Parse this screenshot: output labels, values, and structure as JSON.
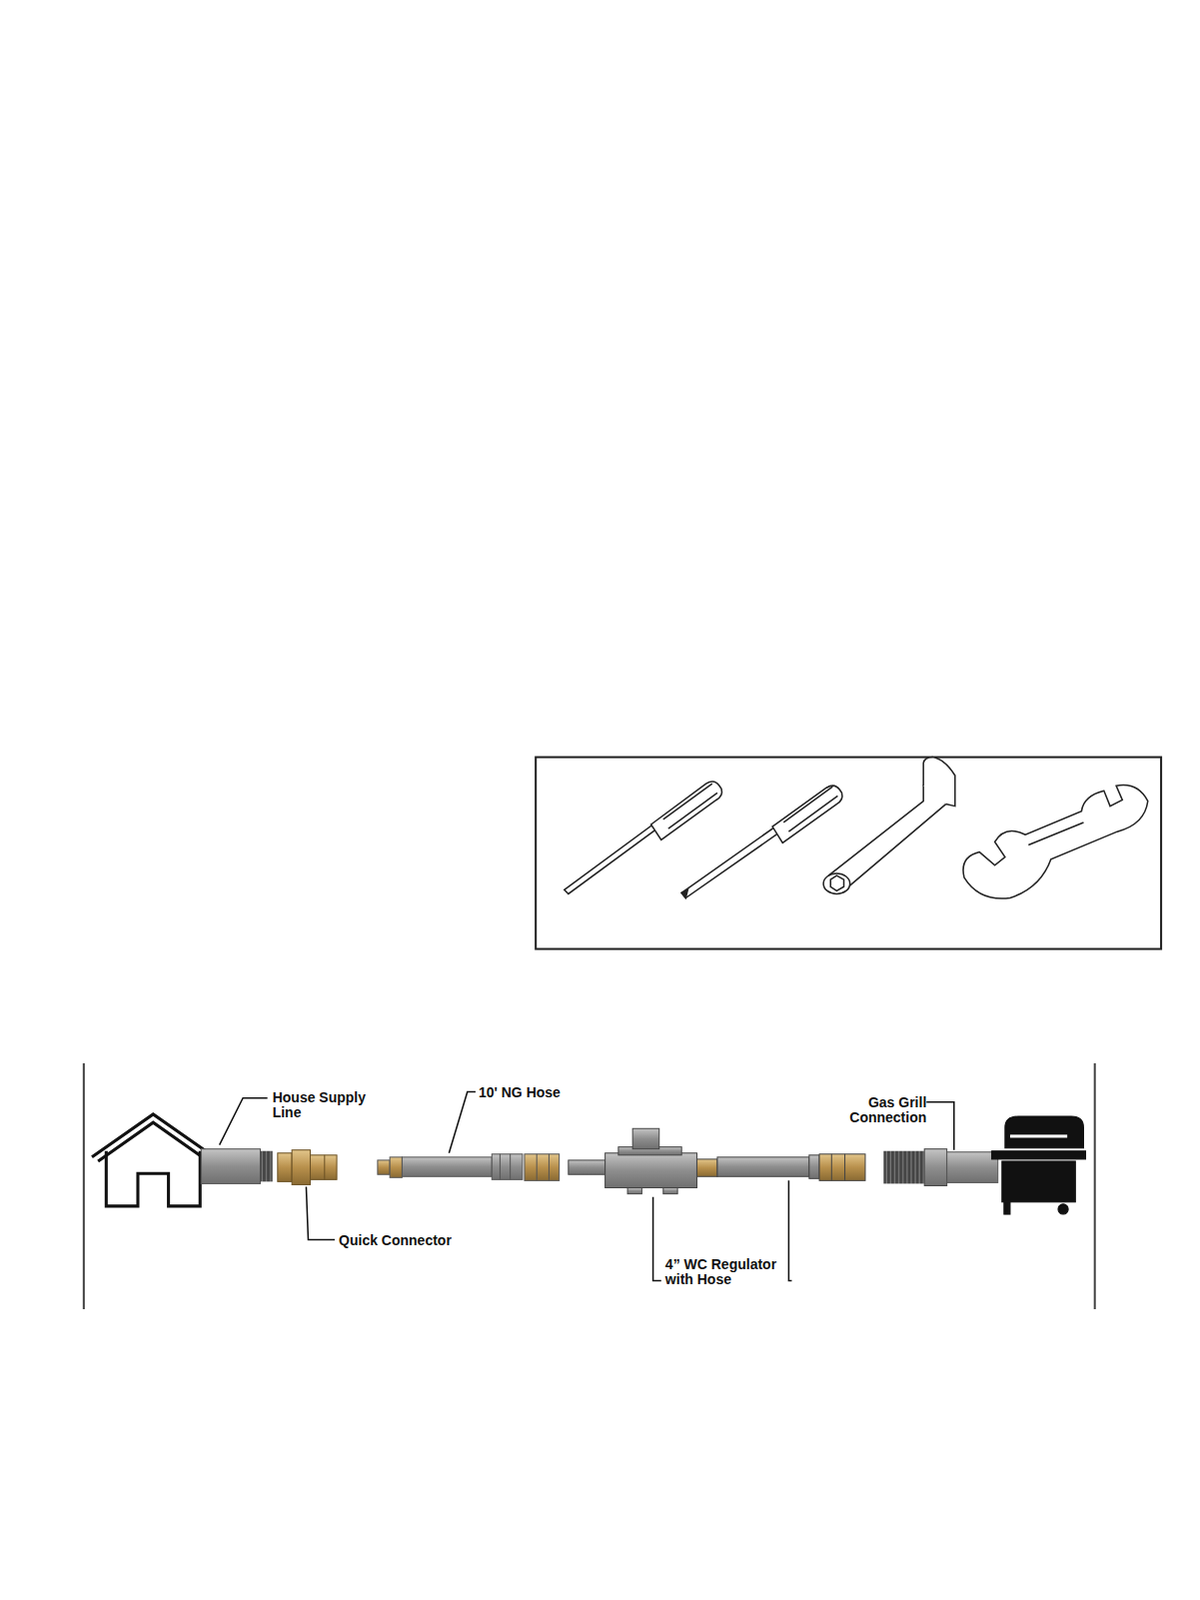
{
  "diagram": {
    "labels": [
      "House Supply Line",
      "10' NG Hose",
      "Quick Connector",
      "4” WC Regulator with Hose",
      "Gas Grill Connection"
    ]
  }
}
